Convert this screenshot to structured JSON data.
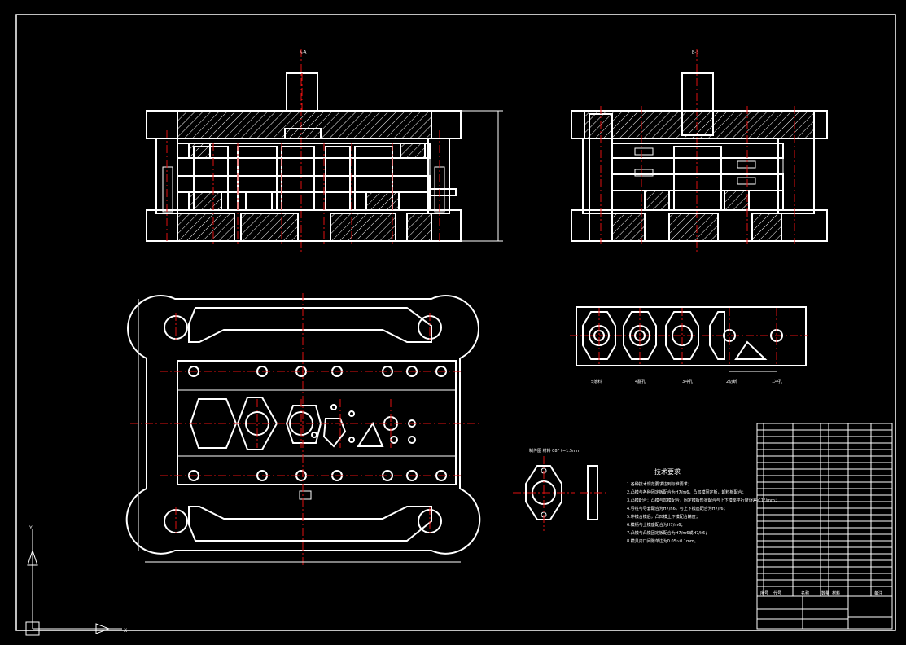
{
  "drawing": {
    "background": "#000000",
    "line_color": "#ffffff",
    "centerline_color": "#e01010"
  },
  "views": {
    "front_section_label": "A-A",
    "side_section_label": "B-B"
  },
  "strip_layout": {
    "stations": [
      "5落料",
      "4翻孔",
      "3冲孔",
      "2切断",
      "1冲孔"
    ]
  },
  "part_view": {
    "caption": "制件图 材料 08F t=1.5mm"
  },
  "tech_requirements": {
    "title": "技术要求",
    "lines": [
      "1.各种技术规范要求达到标准要求；",
      "2.凸模与各种固定板配合为H7/m6，凸凹模固定板，卸料板配合；",
      "3.凸模配合：凸模与凹模配合，固定模板形状配合与上下模座平行度误差＜1°/mm；",
      "4.导柱与导套配合为H7/h6，与上下模座配合为H7/r6；",
      "5.冲模合模后，凸凹模上下模配合精度；",
      "6.模柄与上模座配合为H7/m6；",
      "7.凸模与凸模固定板配合为H7/m6或H7/k6；",
      "8.模具刃口间隙单边为0.05~0.1mm。"
    ]
  },
  "ucs": {
    "y_label": "Y",
    "x_label": "X"
  },
  "title_block": {
    "col_headers": [
      "序号",
      "代号",
      "名称",
      "数量",
      "材料",
      "备注"
    ]
  }
}
